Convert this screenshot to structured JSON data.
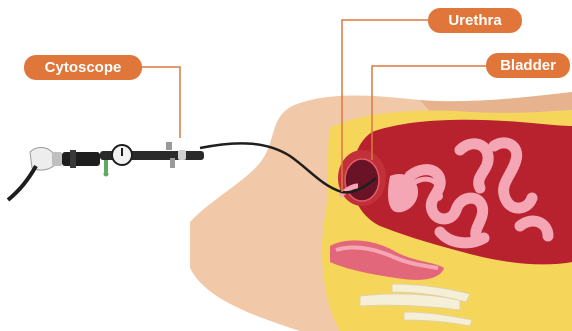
{
  "labels": {
    "cytoscope": "Cytoscope",
    "urethra": "Urethra",
    "bladder": "Bladder"
  },
  "colors": {
    "label_fill": "#E0763A",
    "label_text": "#ffffff",
    "leader_line": "#D9783F",
    "skin": "#F2C9A8",
    "skin_shadow": "#E7B38E",
    "tissue_yellow": "#F5D65A",
    "pelvic_cavity": "#B8222E",
    "organ_pink": "#F4A6B4",
    "bladder_wall": "#C2303A",
    "bladder_inner": "#6A1326",
    "scope_black": "#1E1E1E",
    "scope_grey": "#9A9A9A",
    "scope_green": "#5FA864"
  }
}
